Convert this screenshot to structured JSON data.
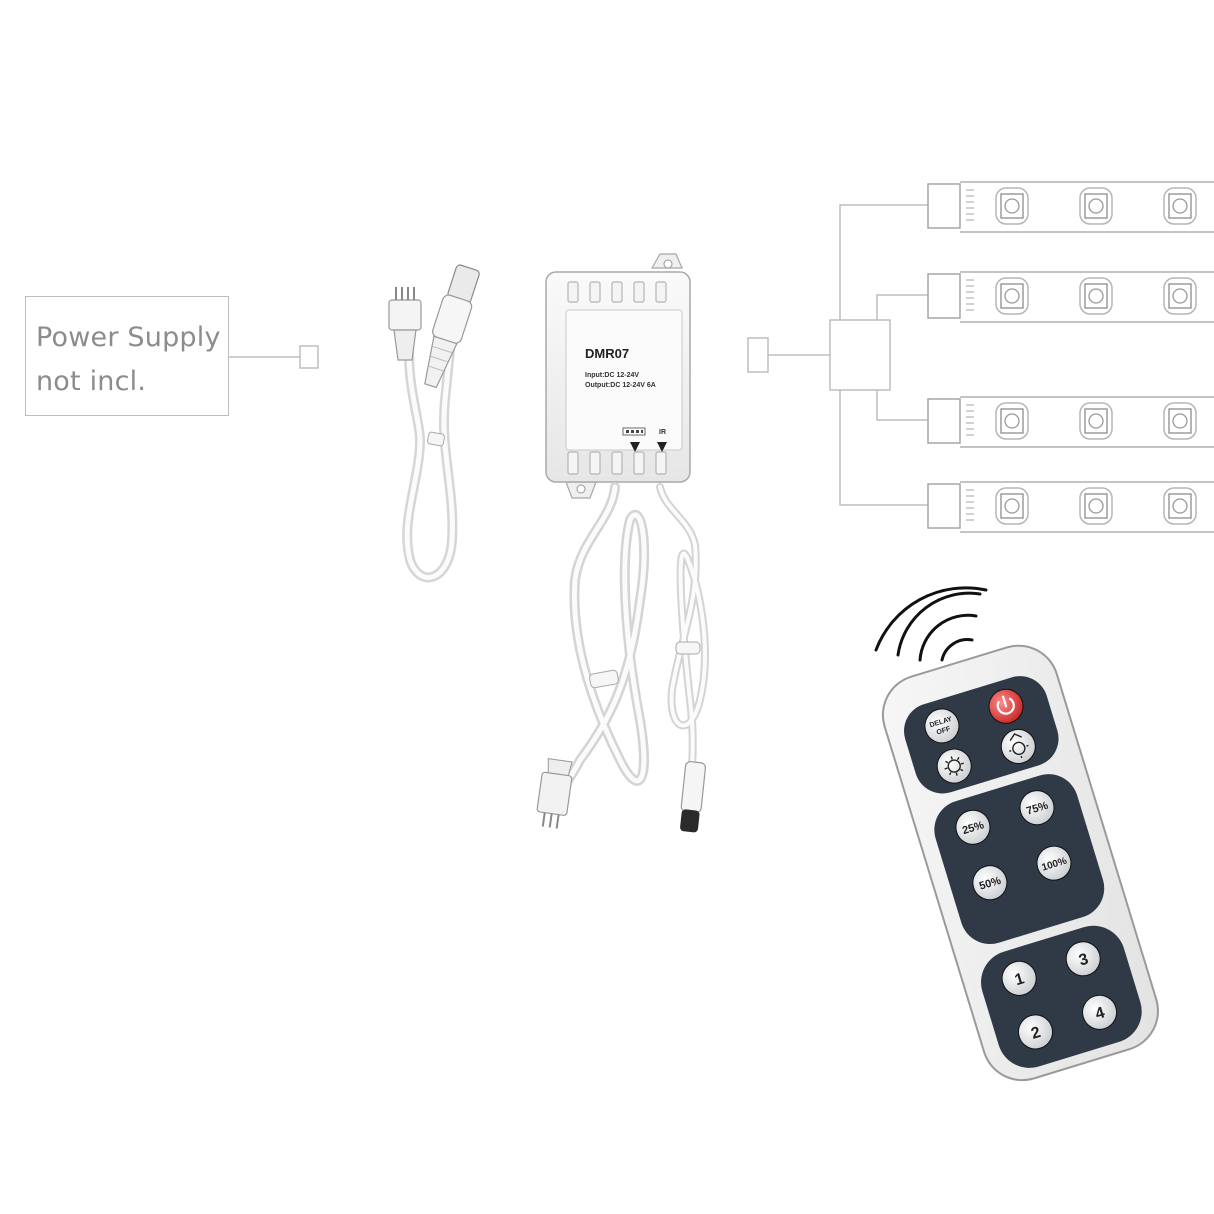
{
  "power_supply": {
    "line1": "Power Supply",
    "line2": "not incl."
  },
  "controller": {
    "model": "DMR07",
    "input_spec": "Input:DC 12-24V",
    "output_spec": "Output:DC 12-24V  6A",
    "port_ir_label": "IR"
  },
  "remote": {
    "delay_label_top": "DELAY",
    "delay_label_bottom": "OFF",
    "buttons": [
      "25%",
      "75%",
      "50%",
      "100%",
      "1",
      "2",
      "3",
      "4"
    ]
  },
  "colors": {
    "line_gray": "#bdbdbd",
    "cable_white": "#f2f2f2",
    "remote_body": "#f0f0f0",
    "remote_panel": "#2f3a46",
    "button_face": "#e6e8ea",
    "power_red": "#d83a3a"
  },
  "icons": [
    "power-icon",
    "brightness-down-icon",
    "brightness-up-icon",
    "signal-waves-icon"
  ]
}
